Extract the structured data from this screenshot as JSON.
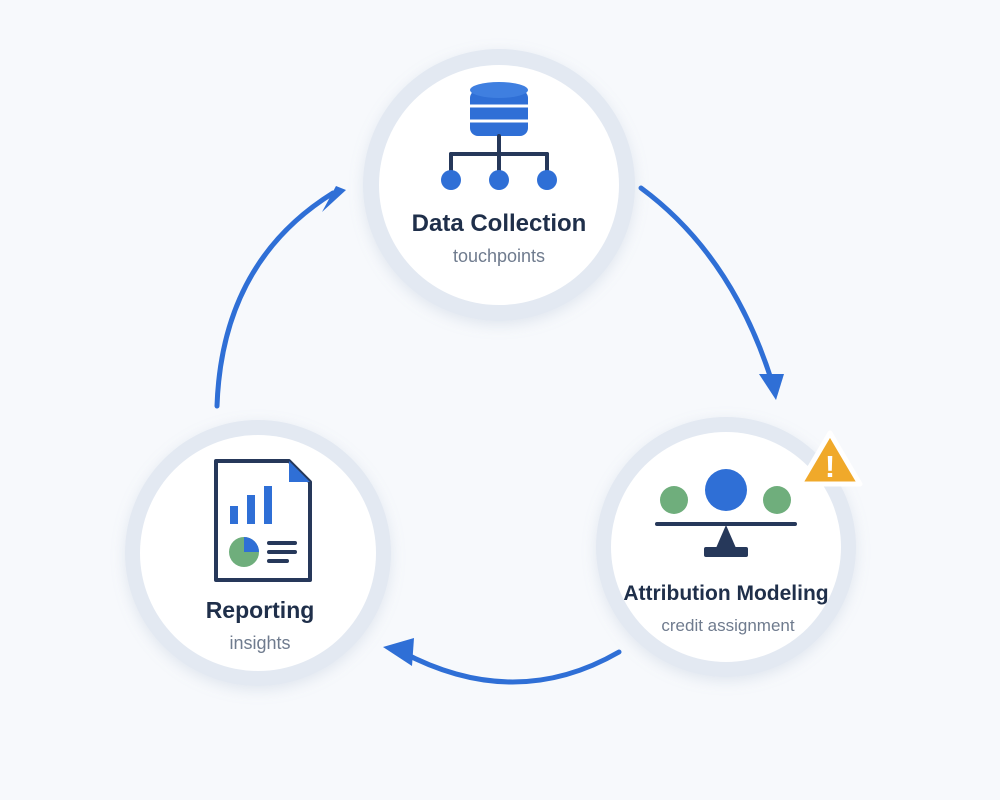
{
  "nodes": {
    "data_collection": {
      "title": "Data Collection",
      "subtitle": "touchpoints",
      "icon": "database-network-icon"
    },
    "attribution_modeling": {
      "title": "Attribution Modeling",
      "subtitle": "credit assignment",
      "icon": "balance-scale-icon",
      "badge": "!",
      "badge_icon": "warning-icon"
    },
    "reporting": {
      "title": "Reporting",
      "subtitle": "insights",
      "icon": "report-document-icon"
    }
  },
  "colors": {
    "background": "#f7f9fc",
    "accent_blue": "#2f6fd6",
    "node_fill": "#ffffff",
    "node_ring": "#dfe6f0",
    "green": "#6fae7c",
    "navy": "#26385a",
    "warning": "#f0a92a"
  }
}
